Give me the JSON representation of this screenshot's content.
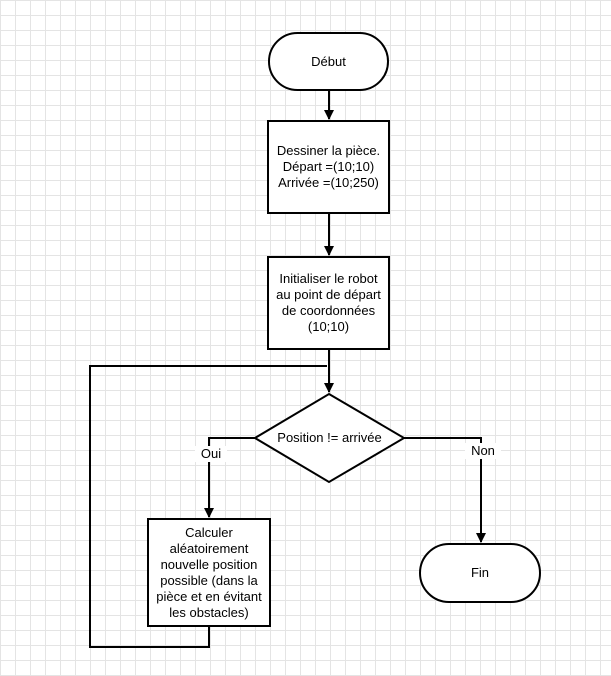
{
  "diagram": {
    "start": {
      "label": "Début"
    },
    "draw_room": {
      "lines": [
        "Dessiner la pièce.",
        "Départ =(10;10)",
        "Arrivée =(10;250)"
      ]
    },
    "init_robot": {
      "lines": [
        "Initialiser le robot",
        "au point de départ",
        "de coordonnées",
        "(10;10)"
      ]
    },
    "decision": {
      "label": "Position != arrivée"
    },
    "compute": {
      "lines": [
        "Calculer",
        "aléatoirement",
        "nouvelle position",
        "possible (dans la",
        "pièce et en évitant",
        "les obstacles)"
      ]
    },
    "end": {
      "label": "Fin"
    },
    "edge_yes": {
      "label": "Oui"
    },
    "edge_no": {
      "label": "Non"
    }
  }
}
